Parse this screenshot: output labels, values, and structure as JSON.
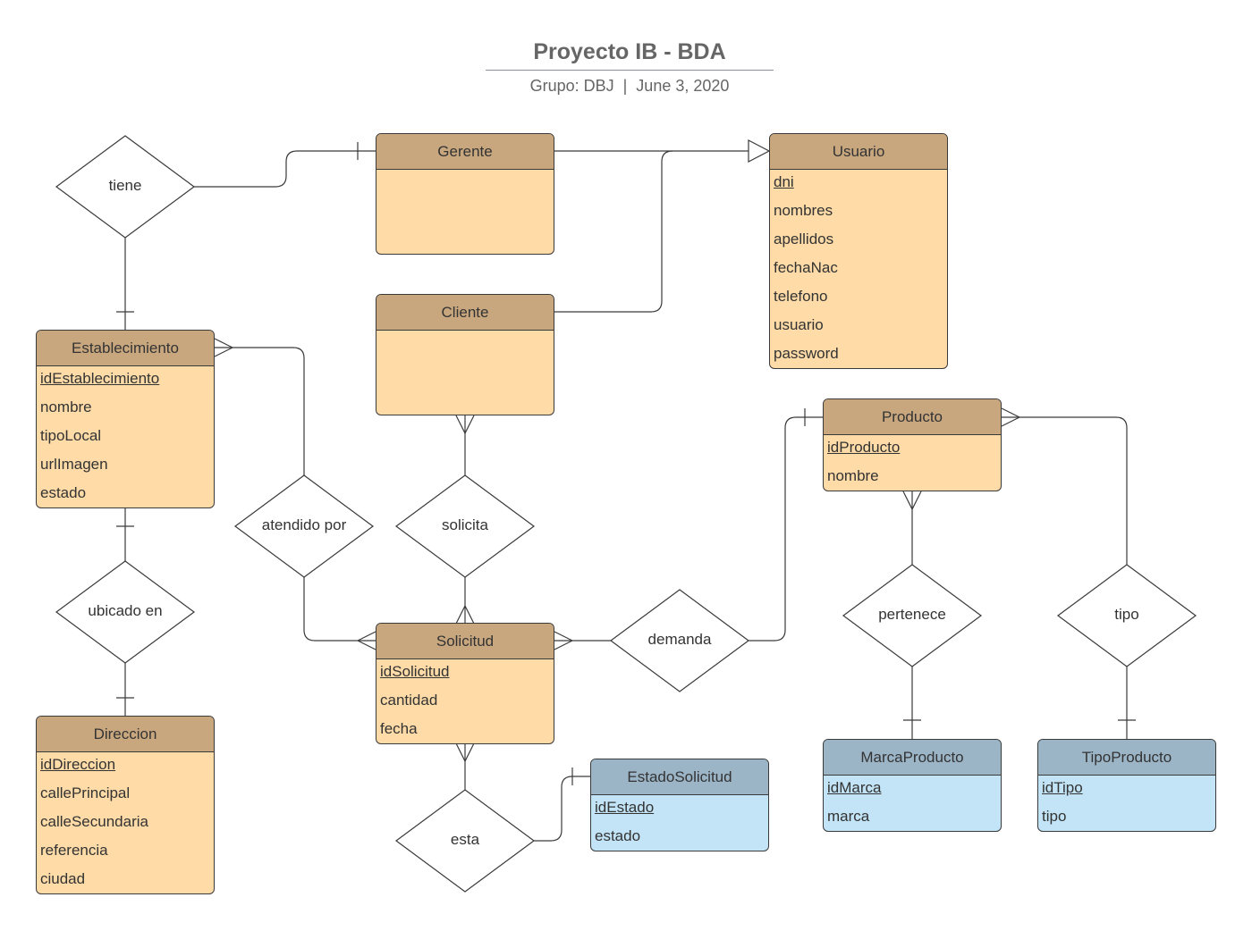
{
  "header": {
    "title": "Proyecto IB - BDA",
    "subtitle": "Grupo: DBJ  |  June 3, 2020"
  },
  "colors": {
    "entity_header_tan": "#c8a77f",
    "entity_body_tan": "#fedba7",
    "entity_header_blue": "#9bb5c7",
    "entity_body_blue": "#c2e4f6",
    "line": "#3a3a3a"
  },
  "entities": {
    "gerente": {
      "name": "Gerente",
      "attributes": []
    },
    "usuario": {
      "name": "Usuario",
      "attributes": [
        "dni",
        "nombres",
        "apellidos",
        "fechaNac",
        "telefono",
        "usuario",
        "password"
      ]
    },
    "cliente": {
      "name": "Cliente",
      "attributes": []
    },
    "establecimiento": {
      "name": "Establecimiento",
      "attributes": [
        "idEstablecimiento",
        "nombre",
        "tipoLocal",
        "urlImagen",
        "estado"
      ]
    },
    "producto": {
      "name": "Producto",
      "attributes": [
        "idProducto",
        "nombre"
      ]
    },
    "solicitud": {
      "name": "Solicitud",
      "attributes": [
        "idSolicitud",
        "cantidad",
        "fecha"
      ]
    },
    "direccion": {
      "name": "Direccion",
      "attributes": [
        "idDireccion",
        "callePrincipal",
        "calleSecundaria",
        "referencia",
        "ciudad"
      ]
    },
    "estado_solicitud": {
      "name": "EstadoSolicitud",
      "attributes": [
        "idEstado",
        "estado"
      ]
    },
    "marca_producto": {
      "name": "MarcaProducto",
      "attributes": [
        "idMarca",
        "marca"
      ]
    },
    "tipo_producto": {
      "name": "TipoProducto",
      "attributes": [
        "idTipo",
        "tipo"
      ]
    }
  },
  "relationships": {
    "tiene": "tiene",
    "atendido_por": "atendido por",
    "solicita": "solicita",
    "ubicado_en": "ubicado en",
    "demanda": "demanda",
    "pertenece": "pertenece",
    "tipo": "tipo",
    "esta": "esta"
  }
}
